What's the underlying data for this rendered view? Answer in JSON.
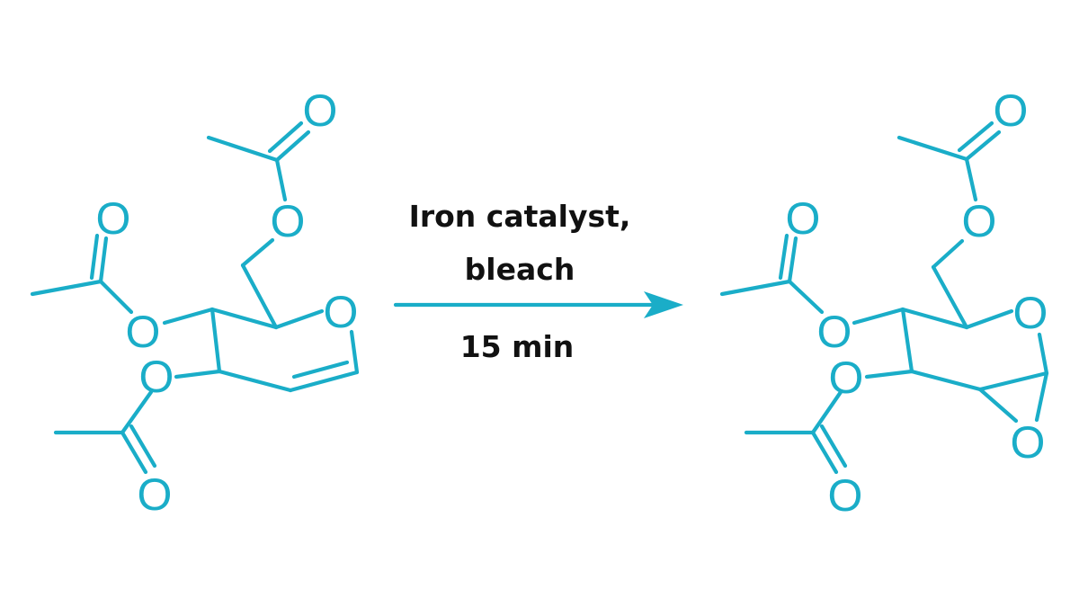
{
  "colors": {
    "structure": "#1AADC8",
    "text": "#111111",
    "background": "#ffffff"
  },
  "reaction": {
    "conditions_line1": "Iron catalyst,",
    "conditions_line2": "bleach",
    "time": "15 min"
  },
  "reactant": {
    "atom_label": "O"
  },
  "product": {
    "atom_label": "O"
  }
}
